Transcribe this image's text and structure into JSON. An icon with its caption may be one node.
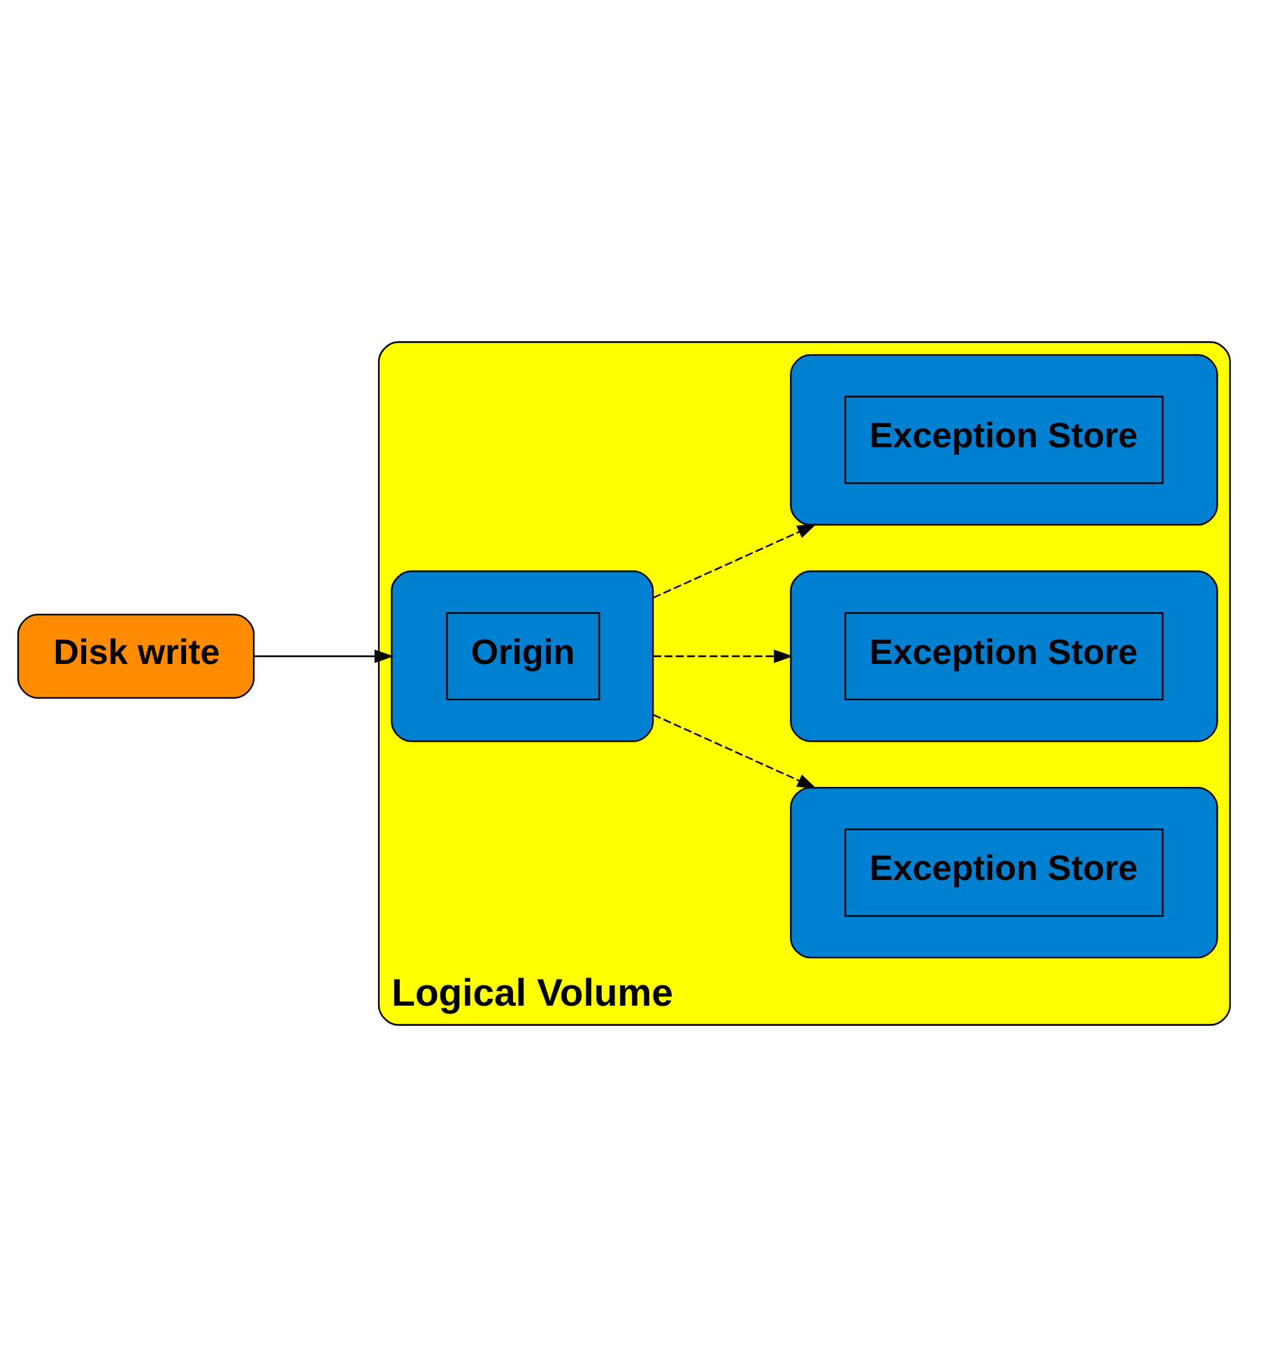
{
  "diagram": {
    "nodes": [
      {
        "text": [
          "Disk write"
        ]
      },
      {
        "text": [
          "Logical Volume"
        ]
      },
      {
        "text": [
          "Origin"
        ],
        "in": 1
      },
      {
        "text": [
          "Exception Store"
        ],
        "in": 1
      },
      {
        "text": [
          "Exception Store"
        ],
        "in": 1
      },
      {
        "text": [
          "Exception Store"
        ],
        "in": 1
      }
    ],
    "edges": [
      {
        "from": 0,
        "to": 2,
        "arrow": "to"
      },
      {
        "from": 2,
        "to": 3,
        "arrow": "to",
        "style": "dashed"
      },
      {
        "from": 2,
        "to": 4,
        "arrow": "to",
        "style": "dashed"
      },
      {
        "from": 2,
        "to": 5,
        "arrow": "to",
        "style": "dashed"
      }
    ]
  }
}
